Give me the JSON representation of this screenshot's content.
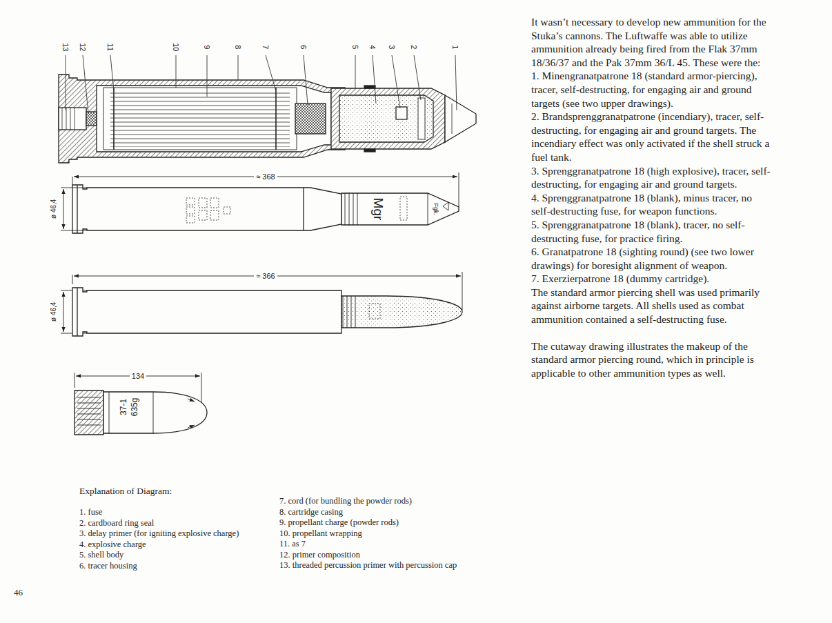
{
  "diagram": {
    "labels": [
      "13",
      "12",
      "11",
      "10",
      "9",
      "8",
      "7",
      "6",
      "5",
      "4",
      "3",
      "2",
      "1",
      "≈ 368",
      "ø 46,4",
      "Mgr",
      "Fgk.",
      "≈ 366",
      "ø 46,4",
      "134",
      "37-1",
      "635g",
      "Explanation of Diagram:",
      "1. fuse",
      "2. cardboard ring seal",
      "3. delay primer (for igniting explosive charge)",
      "4. explosive charge",
      "5. shell body",
      "6. tracer housing",
      "7. cord (for bundling the powder rods)",
      "8. cartridge casing",
      "9. propellant charge (powder rods)",
      "10. propellant wrapping",
      "11. as 7",
      "12. primer composition",
      "13. threaded percussion primer with percussion cap",
      "46",
      "It wasn’t necessary to develop new ammunition for the Stuka’s cannons. The Luftwaffe was able to utilize ammunition already being fired from the Flak 37mm 18/36/37 and the Pak 37mm 36/L 45. These were the:",
      "1. Minengranatpatrone 18 (standard armor-piercing), tracer, self-destructing, for engaging air and ground targets (see two upper drawings).",
      "2. Brandsprenggranatpatrone (incendiary), tracer, self-destructing, for engaging air and ground targets. The incendiary effect was only activated if the shell struck a fuel tank.",
      "3. Sprenggranatpatrone 18 (high explosive), tracer, self-destructing, for engaging air and ground targets.",
      "4. Sprenggranatpatrone 18 (blank), minus tracer, no self-destructing fuse, for weapon functions.",
      "5. Sprenggranatpatrone 18 (blank), tracer, no self-destructing fuse, for practice firing.",
      "6. Granatpatrone 18 (sighting round) (see two lower drawings) for boresight alignment of weapon.",
      "7. Exerzierpatrone 18 (dummy cartridge).",
      "The standard armor piercing shell was used primarily against airborne targets. All shells used as combat ammunition contained a self-destructing fuse.",
      "The cutaway drawing illustrates the makeup of the standard armor piercing round, which in principle is applicable to other ammunition types as well."
    ]
  }
}
